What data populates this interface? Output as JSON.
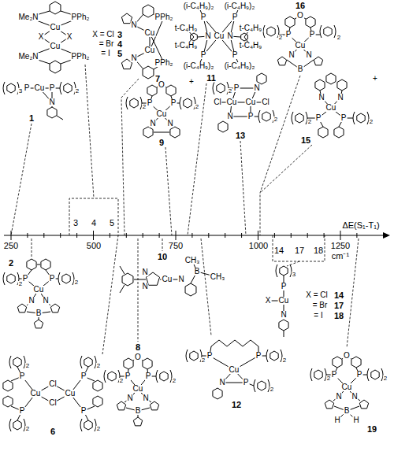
{
  "diagram": {
    "labels": [
      "Me₂N",
      "PPh₂",
      "Cu",
      "X",
      "X",
      "Cu",
      "Me₂N",
      "PPh₂",
      "X = Cl",
      "3",
      "= Br",
      "4",
      "= I",
      "5",
      "N",
      "Cu",
      "PPh₂",
      "Cu",
      "N",
      "PPh₂",
      "7",
      "(i-C₄H₉)₂",
      "(i-C₄H₉)₂",
      "P",
      "P",
      "t-C₄H₉",
      "t-C₄H₉",
      "N",
      "Cu",
      "N",
      "t-C₄H₉",
      "t-C₄H₉",
      "P",
      "P",
      "(i-C₄H₉)₂",
      "(i-C₄H₉)₂",
      "11",
      "16",
      "O",
      "P",
      "2",
      "P",
      "2",
      "Cu",
      "N",
      "N",
      "B",
      "3",
      "P",
      "Cu",
      "P",
      "2",
      "N",
      "1",
      "+",
      "O",
      "P",
      "2",
      "P",
      "2",
      "Cu",
      "N",
      "N",
      "9",
      "2",
      "P",
      "N",
      "Cl",
      "Cu",
      "Cu",
      "Cl",
      "N",
      "P",
      "2",
      "13",
      "+",
      "N",
      "N",
      "Cu",
      "2",
      "P",
      "P",
      "2",
      "15",
      "3",
      "4",
      "5",
      "ΔE(S₁-T₁)",
      "250",
      "500",
      "750",
      "1000",
      "1250",
      "cm⁻¹",
      "14",
      "17",
      "18",
      "2",
      "P",
      "2",
      "P",
      "2",
      "Cu",
      "N",
      "N",
      "B",
      "10",
      "N",
      "N",
      "Cu",
      "N",
      "B",
      "CH₃",
      "CH₃",
      "3",
      "P",
      "X",
      "Cu",
      "N",
      "X = Cl",
      "14",
      "= Br",
      "17",
      "= I",
      "18",
      "P",
      "2",
      "Cu",
      "Cl",
      "Cl",
      "Cu",
      "P",
      "2",
      "P",
      "2",
      "P",
      "2",
      "6",
      "8",
      "O",
      "2",
      "P",
      "P",
      "2",
      "Cu",
      "N",
      "N",
      "B",
      "P",
      "2",
      "P",
      "2",
      "Cu",
      "N",
      "P",
      "2",
      "12",
      "O",
      "P",
      "2",
      "P",
      "2",
      "Cu",
      "N",
      "N",
      "B",
      "H",
      "H",
      "19"
    ]
  }
}
